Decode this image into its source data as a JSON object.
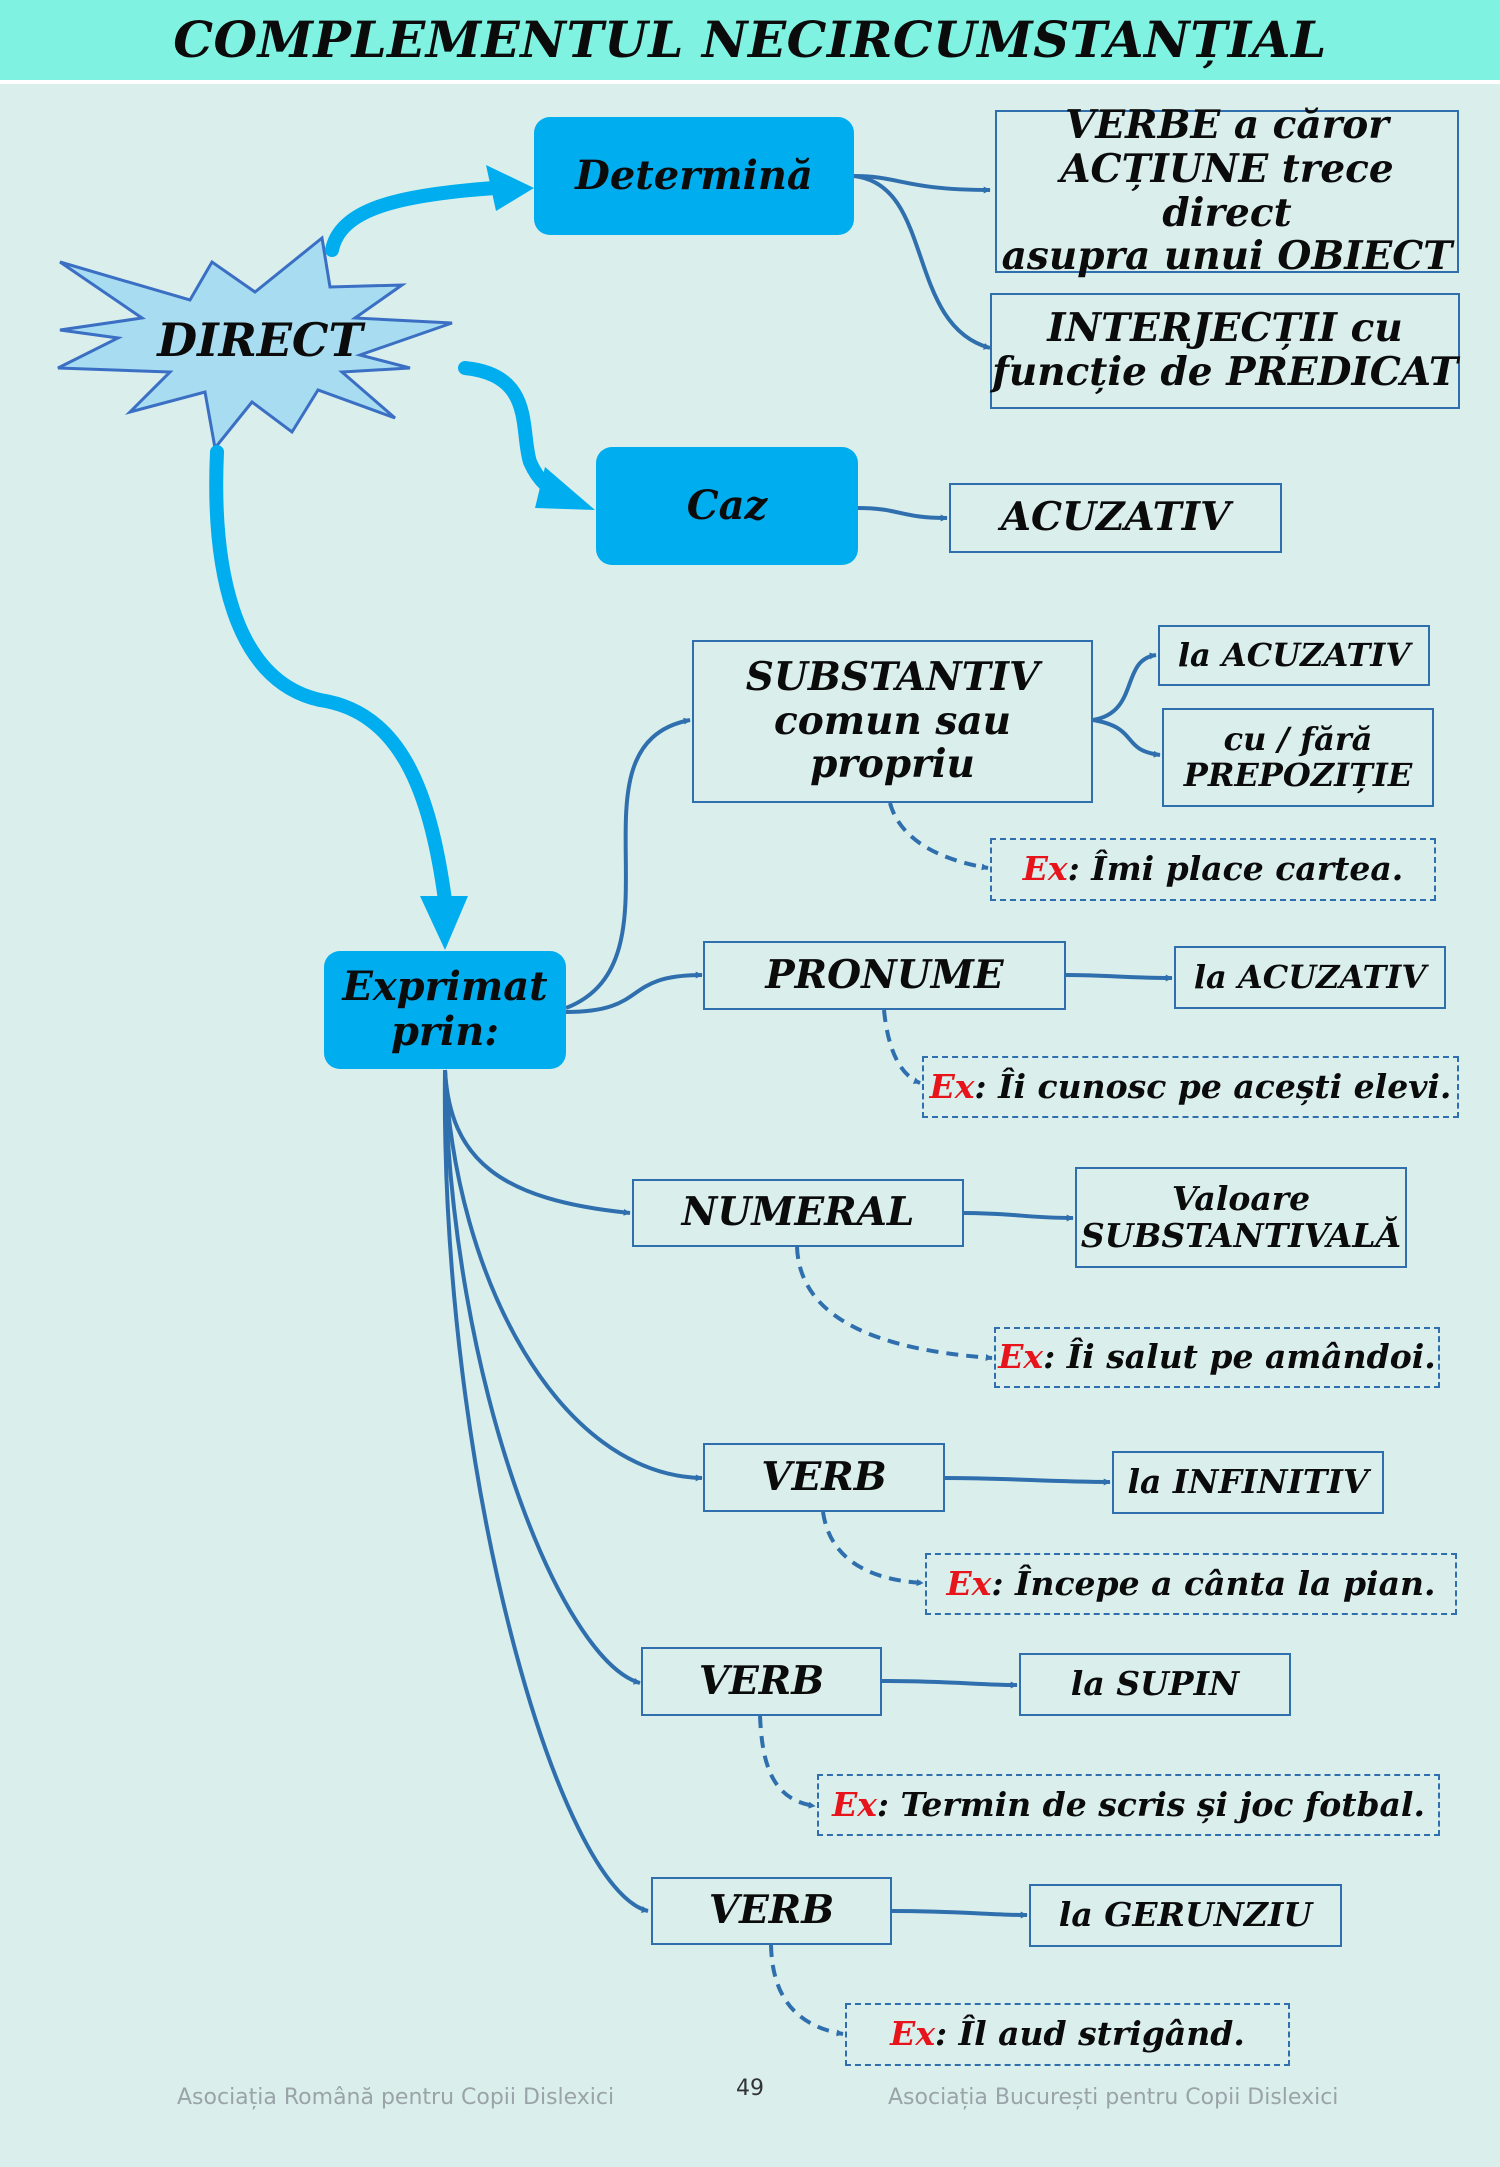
{
  "title": "COMPLEMENTUL NECIRCUMSTANȚIAL",
  "root": "DIRECT",
  "hubs": {
    "determina": "Determină",
    "caz": "Caz",
    "exprimat_line1": "Exprimat",
    "exprimat_line2": "prin:"
  },
  "determina_targets": {
    "verbe": [
      "VERBE a căror",
      "ACȚIUNE trece direct",
      "asupra unui OBIECT"
    ],
    "interjectii": [
      "INTERJECȚII cu",
      "funcție de PREDICAT"
    ]
  },
  "caz_value": "ACUZATIV",
  "expressions": {
    "substantiv": {
      "label": [
        "SUBSTANTIV",
        "comun sau",
        "propriu"
      ],
      "detail_1": "la ACUZATIV",
      "detail_2": [
        "cu / fără",
        "PREPOZIȚIE"
      ],
      "example_key": "Ex",
      "example_text": ": Îmi place cartea."
    },
    "pronume": {
      "label": "PRONUME",
      "detail": "la ACUZATIV",
      "example_key": "Ex",
      "example_text": ": Îi cunosc pe acești elevi."
    },
    "numeral": {
      "label": "NUMERAL",
      "detail": [
        "Valoare",
        "SUBSTANTIVALĂ"
      ],
      "example_key": "Ex",
      "example_text": ": Îi salut pe amândoi."
    },
    "verb_infinitiv": {
      "label": "VERB",
      "detail": "la INFINITIV",
      "example_key": "Ex",
      "example_text": ": Începe a cânta la pian."
    },
    "verb_supin": {
      "label": "VERB",
      "detail": "la SUPIN",
      "example_key": "Ex",
      "example_text": ": Termin de scris și joc fotbal."
    },
    "verb_gerunziu": {
      "label": "VERB",
      "detail": "la GERUNZIU",
      "example_key": "Ex",
      "example_text": ": Îl aud strigând."
    }
  },
  "footer": {
    "left": "Asociația Română pentru Copii Dislexici",
    "page_number": "49",
    "right": "Asociația București pentru Copii Dislexici"
  },
  "colors": {
    "page_background": "#daefec",
    "title_bar": "#7ff2e1",
    "hub_fill": "#00adef",
    "thick_connector": "#00adef",
    "thin_connector": "#2f6fae",
    "star_fill": "#a8dcf0",
    "star_stroke": "#3a6fc4",
    "example_key": "#e8141b"
  }
}
